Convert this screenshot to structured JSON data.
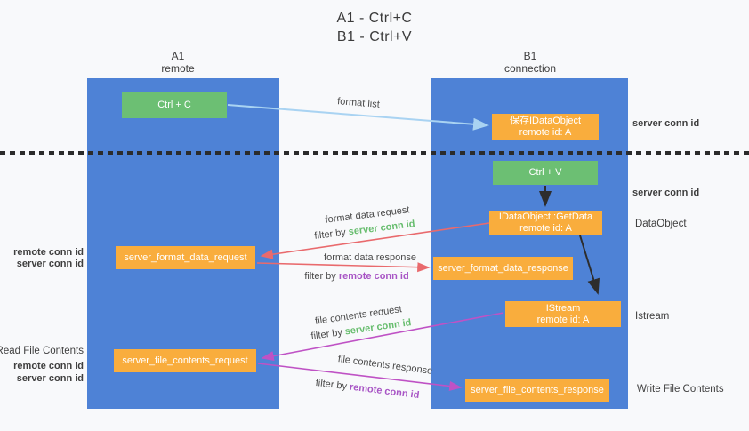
{
  "title": {
    "line1": "A1 - Ctrl+C",
    "line2": "B1 - Ctrl+V"
  },
  "lifelines": {
    "left": {
      "id": "A1",
      "role": "remote"
    },
    "right": {
      "id": "B1",
      "role": "connection"
    }
  },
  "nodes": {
    "ctrl_c": {
      "label": "Ctrl + C"
    },
    "save_idataobject": {
      "line1": "保存IDataObject",
      "line2": "remote id: A"
    },
    "ctrl_v": {
      "label": "Ctrl + V"
    },
    "getdata": {
      "line1": "IDataObject::GetData",
      "line2": "remote id: A"
    },
    "format_request": {
      "label": "server_format_data_request"
    },
    "format_response": {
      "label": "server_format_data_response"
    },
    "istream": {
      "line1": "IStream",
      "line2": "remote id: A"
    },
    "file_request": {
      "label": "server_file_contents_request"
    },
    "file_response": {
      "label": "server_file_contents_response"
    }
  },
  "arrows": {
    "format_list": {
      "label": "format list"
    },
    "format_data_request": {
      "label": "format data request",
      "filter_prefix": "filter by ",
      "filter_key": "server conn id"
    },
    "format_data_response": {
      "label": "format data response",
      "filter_prefix": "filter by ",
      "filter_key": "remote conn id"
    },
    "file_contents_request": {
      "label": "file contents request",
      "filter_prefix": "filter by ",
      "filter_key": "server conn id"
    },
    "file_contents_response": {
      "label": "file contents response",
      "filter_prefix": "filter by ",
      "filter_key": "remote conn id"
    }
  },
  "side_labels": {
    "right_server_conn_top": "server conn id",
    "right_server_conn_mid": "server conn id",
    "dataobject": "DataObject",
    "istream": "Istream",
    "write_file_contents": "Write File Contents",
    "left_remote_conn_top": "remote conn id",
    "left_server_conn_top": "server conn id",
    "read_file_contents": "Read File Contents",
    "left_remote_conn_bottom": "remote conn id",
    "left_server_conn_bottom": "server conn id"
  },
  "colors": {
    "background": "#f8f9fb",
    "column_blue": "#4e82d6",
    "box_green": "#6cbf73",
    "box_orange": "#f9ad3d",
    "arrow_blue": "#a9d3f2",
    "arrow_black": "#2d2d2d",
    "arrow_red": "#e96a6d",
    "arrow_magenta": "#bf52c5",
    "text_green": "#67bd6e",
    "text_purple": "#a855c5"
  }
}
